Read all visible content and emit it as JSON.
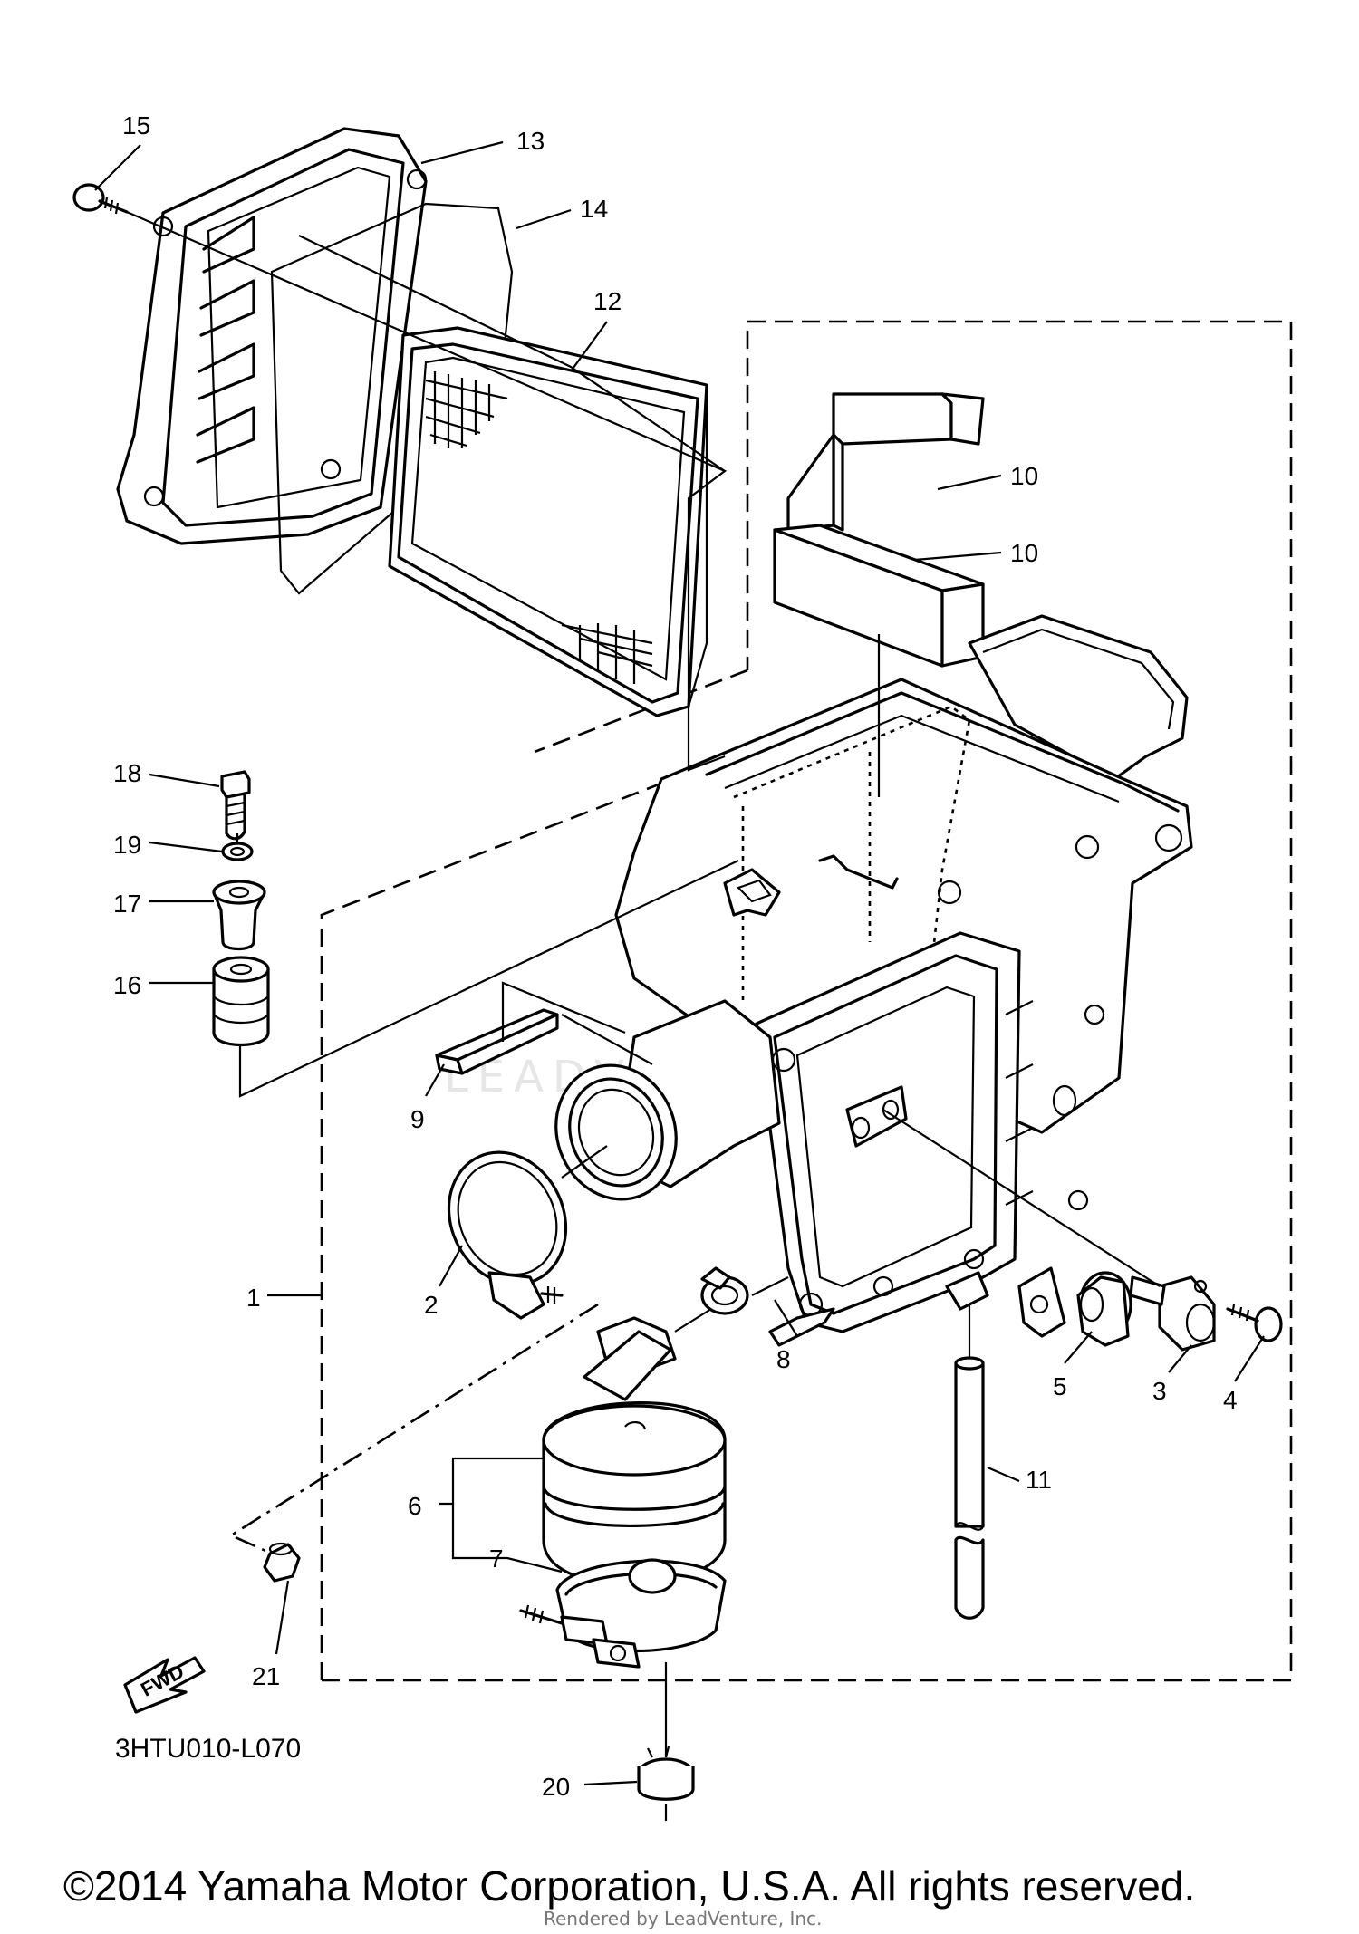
{
  "callouts": [
    {
      "id": "1",
      "text": "1"
    },
    {
      "id": "2",
      "text": "2"
    },
    {
      "id": "3",
      "text": "3"
    },
    {
      "id": "4",
      "text": "4"
    },
    {
      "id": "5",
      "text": "5"
    },
    {
      "id": "6",
      "text": "6"
    },
    {
      "id": "7",
      "text": "7"
    },
    {
      "id": "8",
      "text": "8"
    },
    {
      "id": "9",
      "text": "9"
    },
    {
      "id": "10a",
      "text": "10"
    },
    {
      "id": "10b",
      "text": "10"
    },
    {
      "id": "11",
      "text": "11"
    },
    {
      "id": "12",
      "text": "12"
    },
    {
      "id": "13",
      "text": "13"
    },
    {
      "id": "14",
      "text": "14"
    },
    {
      "id": "15",
      "text": "15"
    },
    {
      "id": "16",
      "text": "16"
    },
    {
      "id": "17",
      "text": "17"
    },
    {
      "id": "18",
      "text": "18"
    },
    {
      "id": "19",
      "text": "19"
    },
    {
      "id": "20",
      "text": "20"
    },
    {
      "id": "21",
      "text": "21"
    }
  ],
  "diagram_code": "3HTU010-L070",
  "direction_label": "FWD",
  "watermark": "LEADVENTURE",
  "copyright": "©2014 Yamaha Motor Corporation, U.S.A. All rights reserved.",
  "rendered_by": "Rendered by LeadVenture, Inc."
}
